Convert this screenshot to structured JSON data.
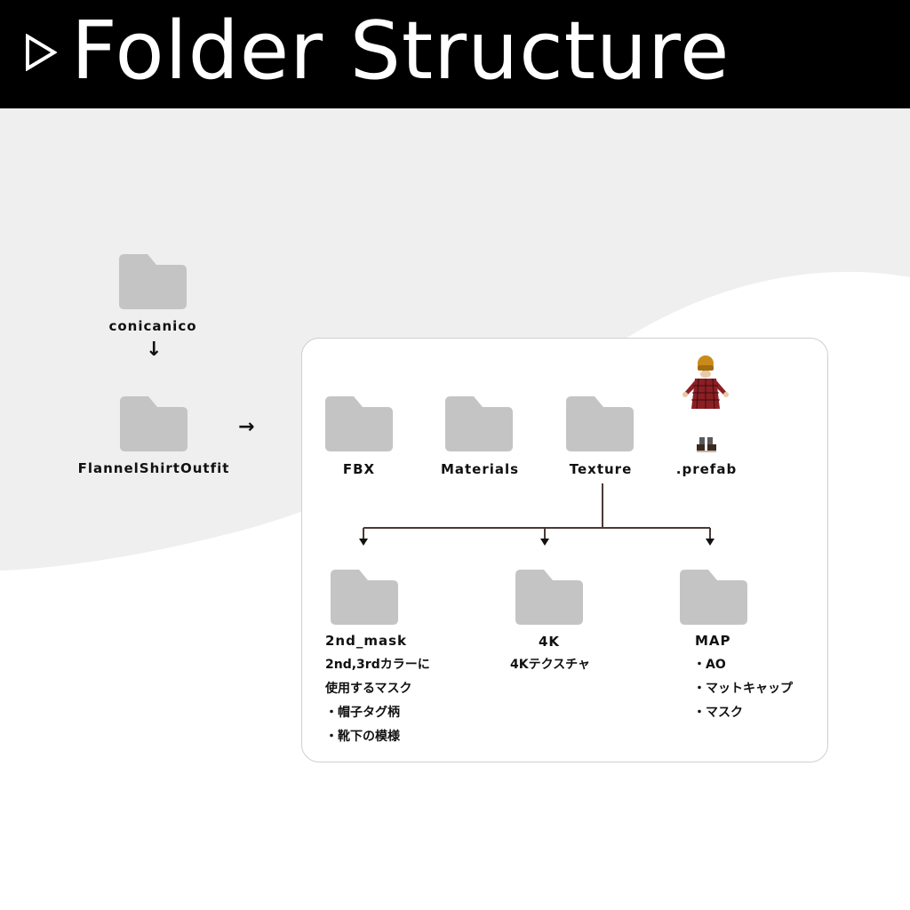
{
  "header": {
    "title": "Folder Structure",
    "icon": "play-outline-icon"
  },
  "colors": {
    "header_bg": "#000000",
    "folder": "#c4c4c4",
    "wave": "#efefef",
    "line": "#4a3a36"
  },
  "root": {
    "folder_label": "conicanico",
    "icon": "folder-icon"
  },
  "outfit": {
    "folder_label": "FlannelShirtOutfit",
    "icon": "folder-icon"
  },
  "arrows": {
    "down": "↓",
    "right": "→"
  },
  "level1": {
    "fbx": "FBX",
    "materials": "Materials",
    "texture": "Texture",
    "prefab": ".prefab"
  },
  "level2": {
    "mask": {
      "label": "2nd_mask",
      "notes": [
        "2nd,3rdカラーに",
        "使用するマスク",
        "・帽子タグ柄",
        "・靴下の模様"
      ]
    },
    "fourk": {
      "label": "4K",
      "notes": [
        "4Kテクスチャ"
      ]
    },
    "map": {
      "label": "MAP",
      "notes": [
        "・AO",
        "・マットキャップ",
        "・マスク"
      ]
    }
  }
}
